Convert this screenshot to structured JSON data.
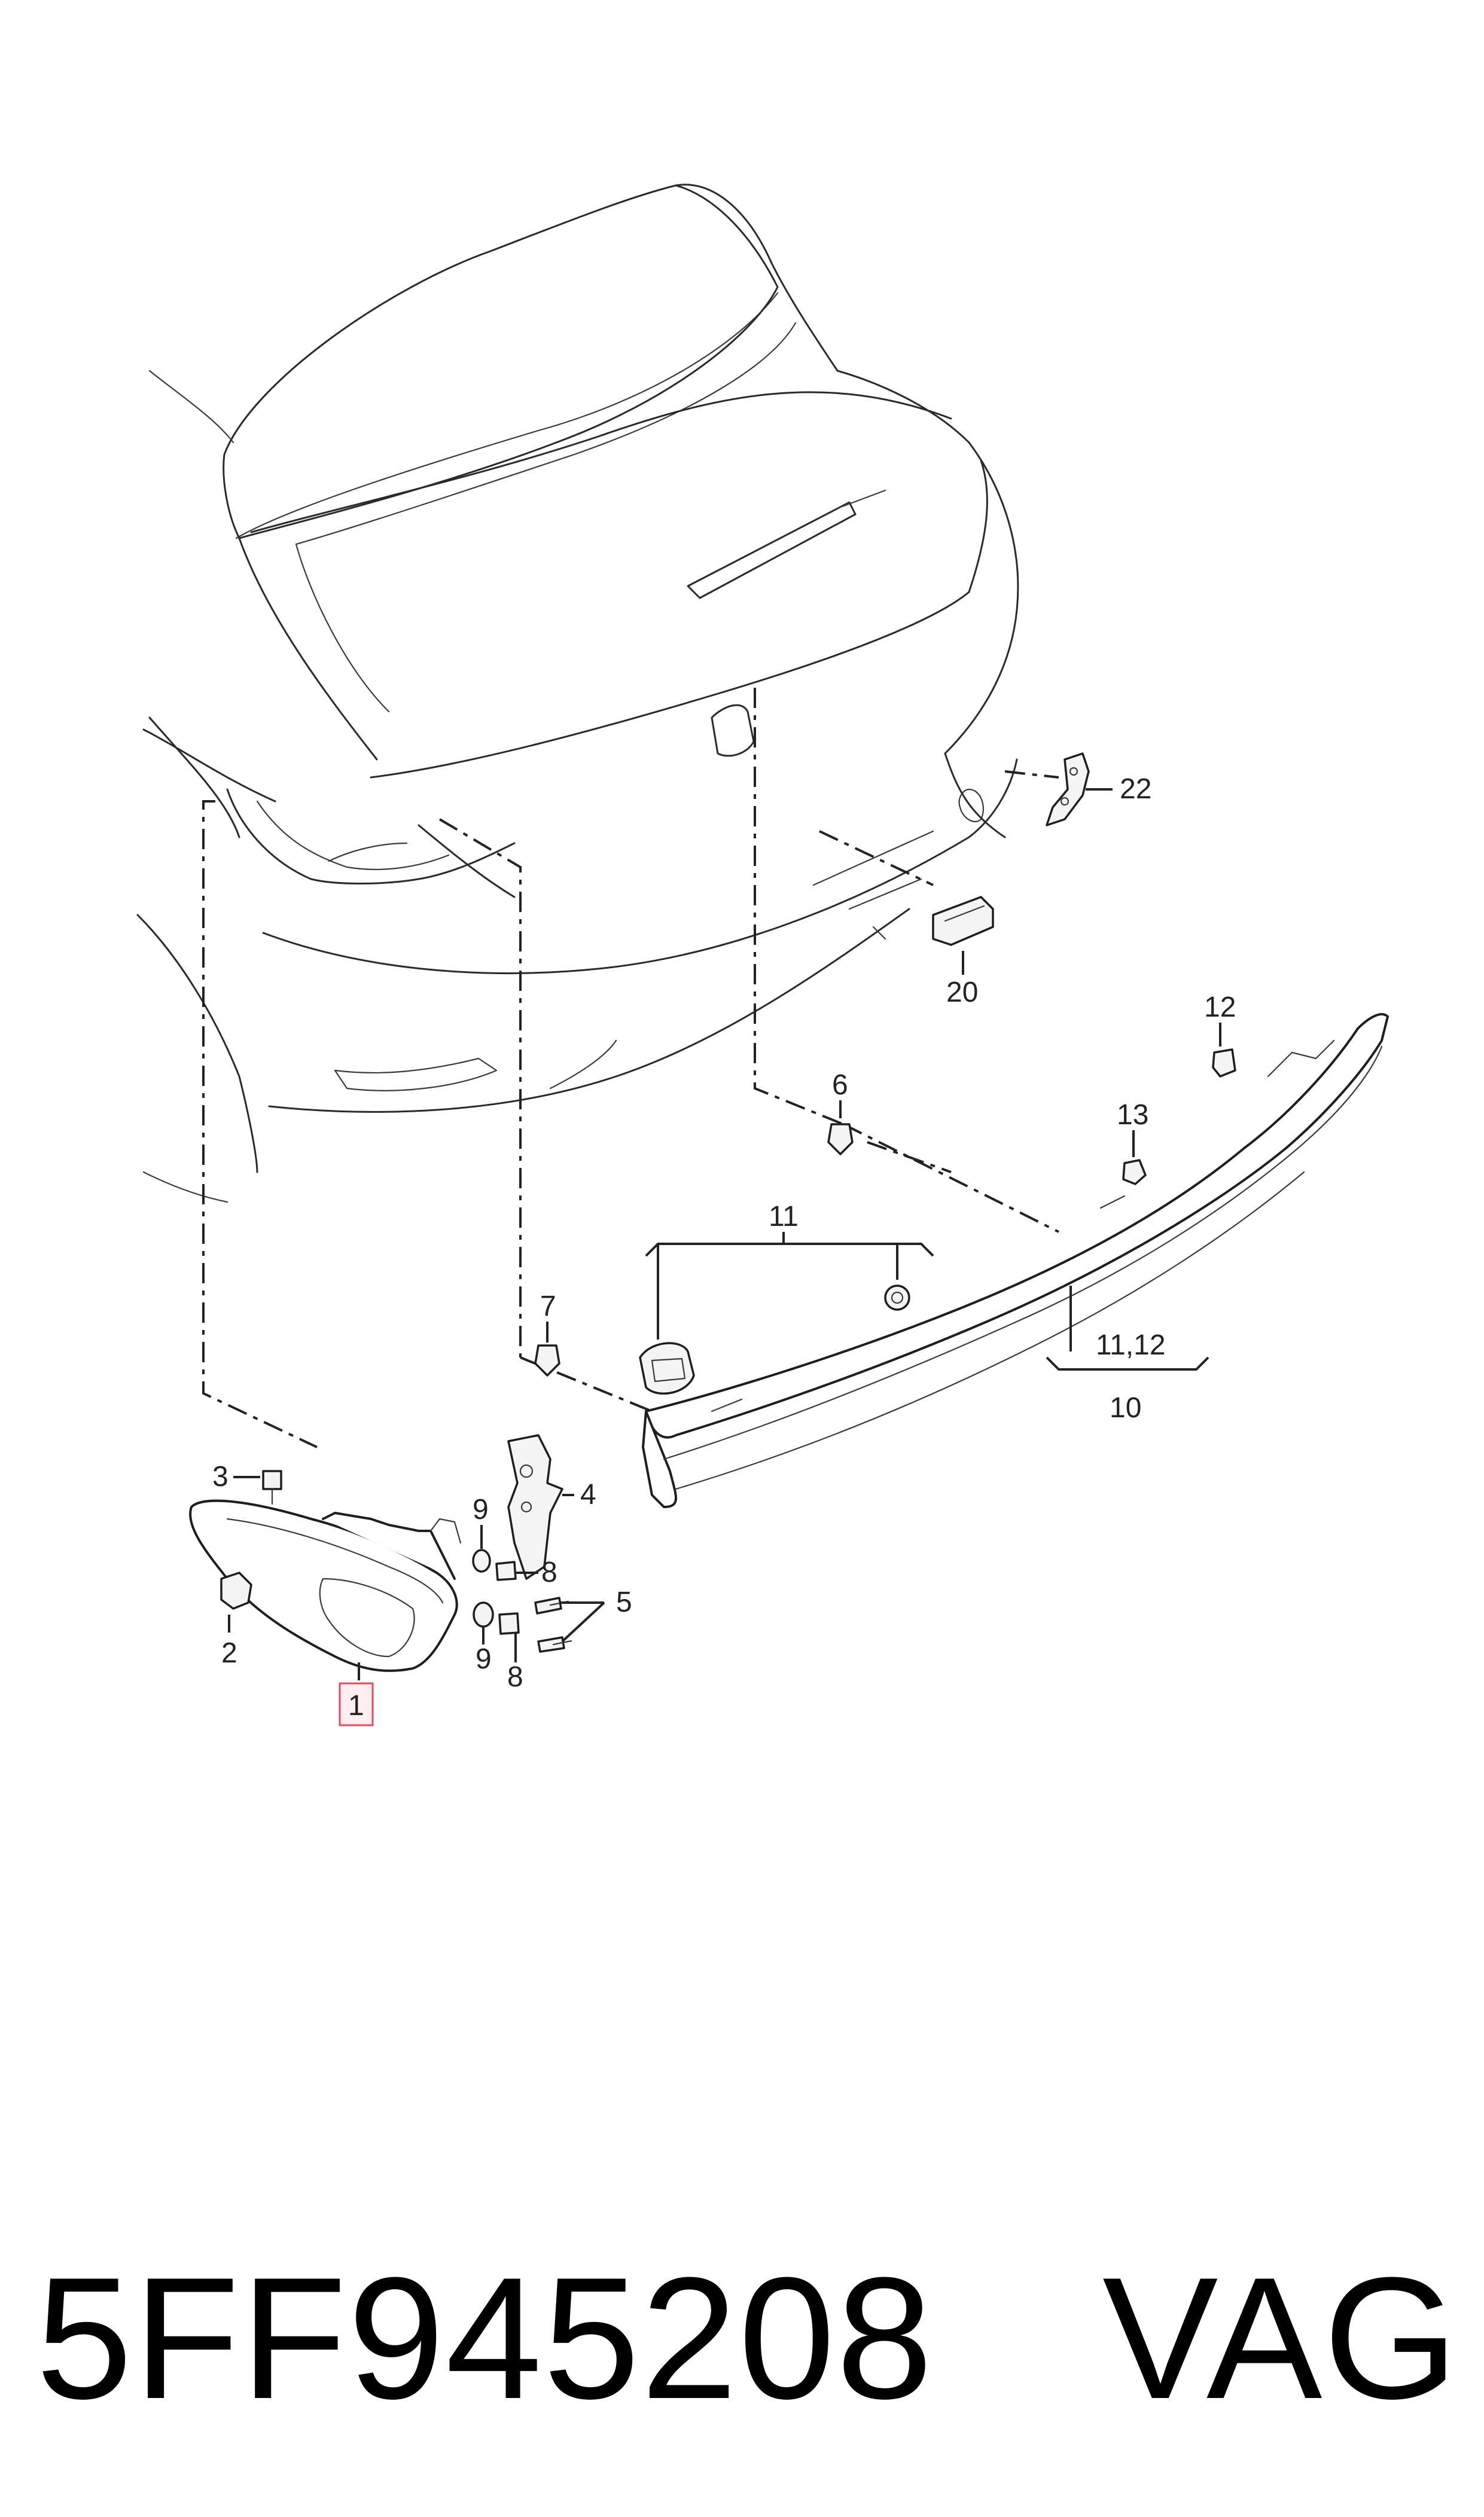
{
  "diagram": {
    "callouts": {
      "c1": "1",
      "c2": "2",
      "c3": "3",
      "c4": "4",
      "c5": "5",
      "c6": "6",
      "c7": "7",
      "c8a": "8",
      "c8b": "8",
      "c9a": "9",
      "c9b": "9",
      "c10": "10",
      "c11": "11",
      "c1112": "11,12",
      "c12": "12",
      "c13": "13",
      "c20": "20",
      "c22": "22"
    },
    "highlighted_callout": "1"
  },
  "footer": {
    "part_number": "5FF945208",
    "brand": "VAG"
  }
}
